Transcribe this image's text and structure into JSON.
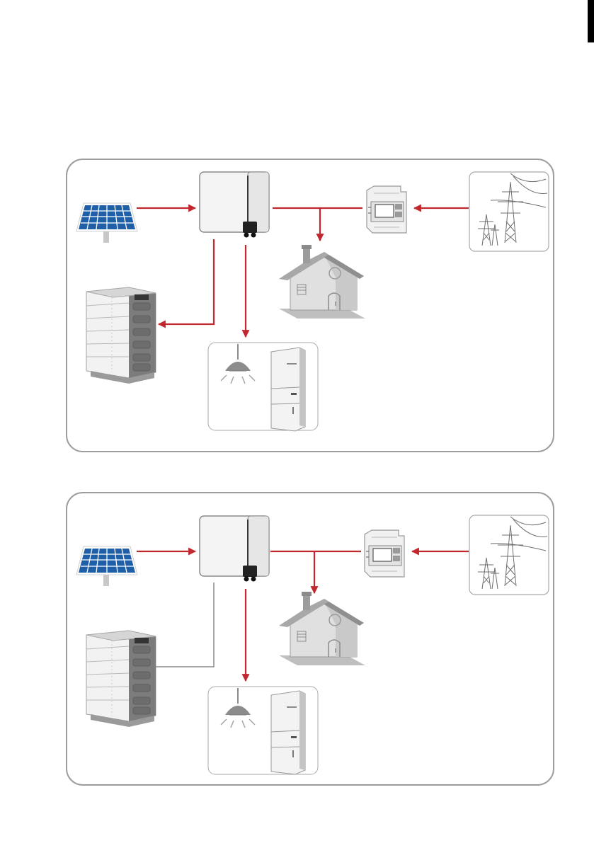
{
  "diagrams": [
    {
      "id": "scenario-1",
      "battery_flow": "charging",
      "home_feed": "arrow"
    },
    {
      "id": "scenario-2",
      "battery_flow": "idle",
      "home_feed": "arrow"
    }
  ],
  "colors": {
    "flow_arrow": "#c1272d",
    "idle_line": "#8a8a8a",
    "panel_border": "#9d9d9d",
    "solar_cell": "#1f5fa8",
    "tab_marker": "#000000"
  },
  "icons": [
    "solar-panel-icon",
    "inverter-icon",
    "smart-meter-icon",
    "power-grid-icon",
    "house-icon",
    "battery-stack-icon",
    "lamp-icon",
    "refrigerator-icon"
  ]
}
